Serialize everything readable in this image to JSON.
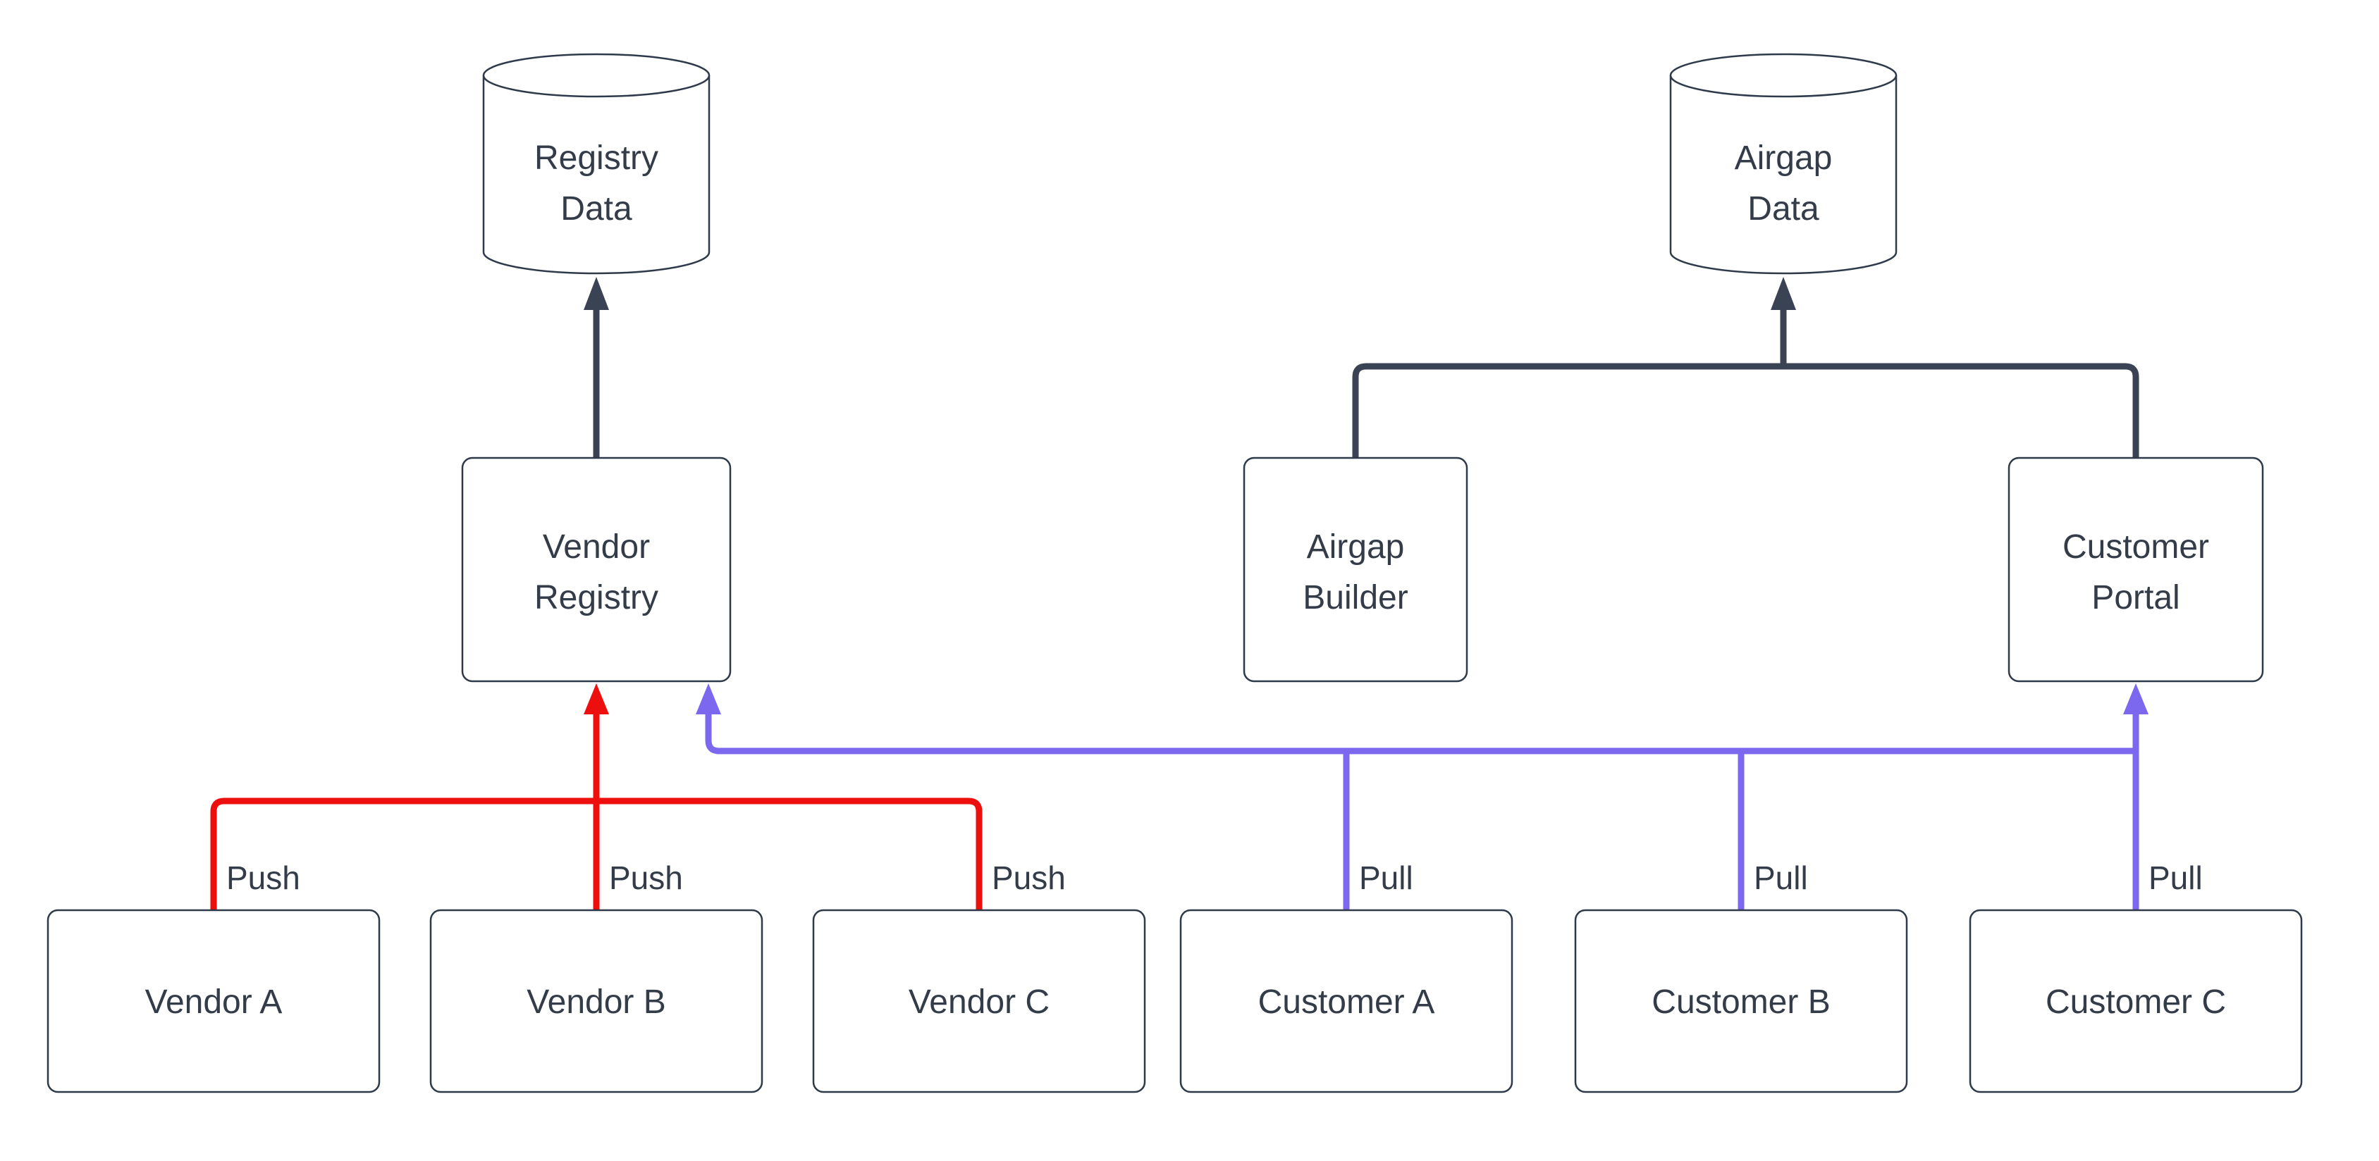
{
  "diagram": {
    "type": "flowchart",
    "stores": {
      "registry_data": {
        "line1": "Registry",
        "line2": "Data"
      },
      "airgap_data": {
        "line1": "Airgap",
        "line2": "Data"
      }
    },
    "services": {
      "vendor_registry": {
        "line1": "Vendor",
        "line2": "Registry"
      },
      "airgap_builder": {
        "line1": "Airgap",
        "line2": "Builder"
      },
      "customer_portal": {
        "line1": "Customer",
        "line2": "Portal"
      }
    },
    "vendors": [
      {
        "label": "Vendor A"
      },
      {
        "label": "Vendor B"
      },
      {
        "label": "Vendor C"
      }
    ],
    "customers": [
      {
        "label": "Customer A"
      },
      {
        "label": "Customer B"
      },
      {
        "label": "Customer C"
      }
    ],
    "edge_labels": {
      "push": "Push",
      "pull": "Pull"
    }
  },
  "colors": {
    "push_red": "#ed0e0e",
    "pull_blue": "#7b68ee",
    "flow_dark": "#3a4353",
    "node_border": "#2e3a4a",
    "node_fill": "#ffffff",
    "text": "#333c48",
    "background": "#ffffff"
  }
}
